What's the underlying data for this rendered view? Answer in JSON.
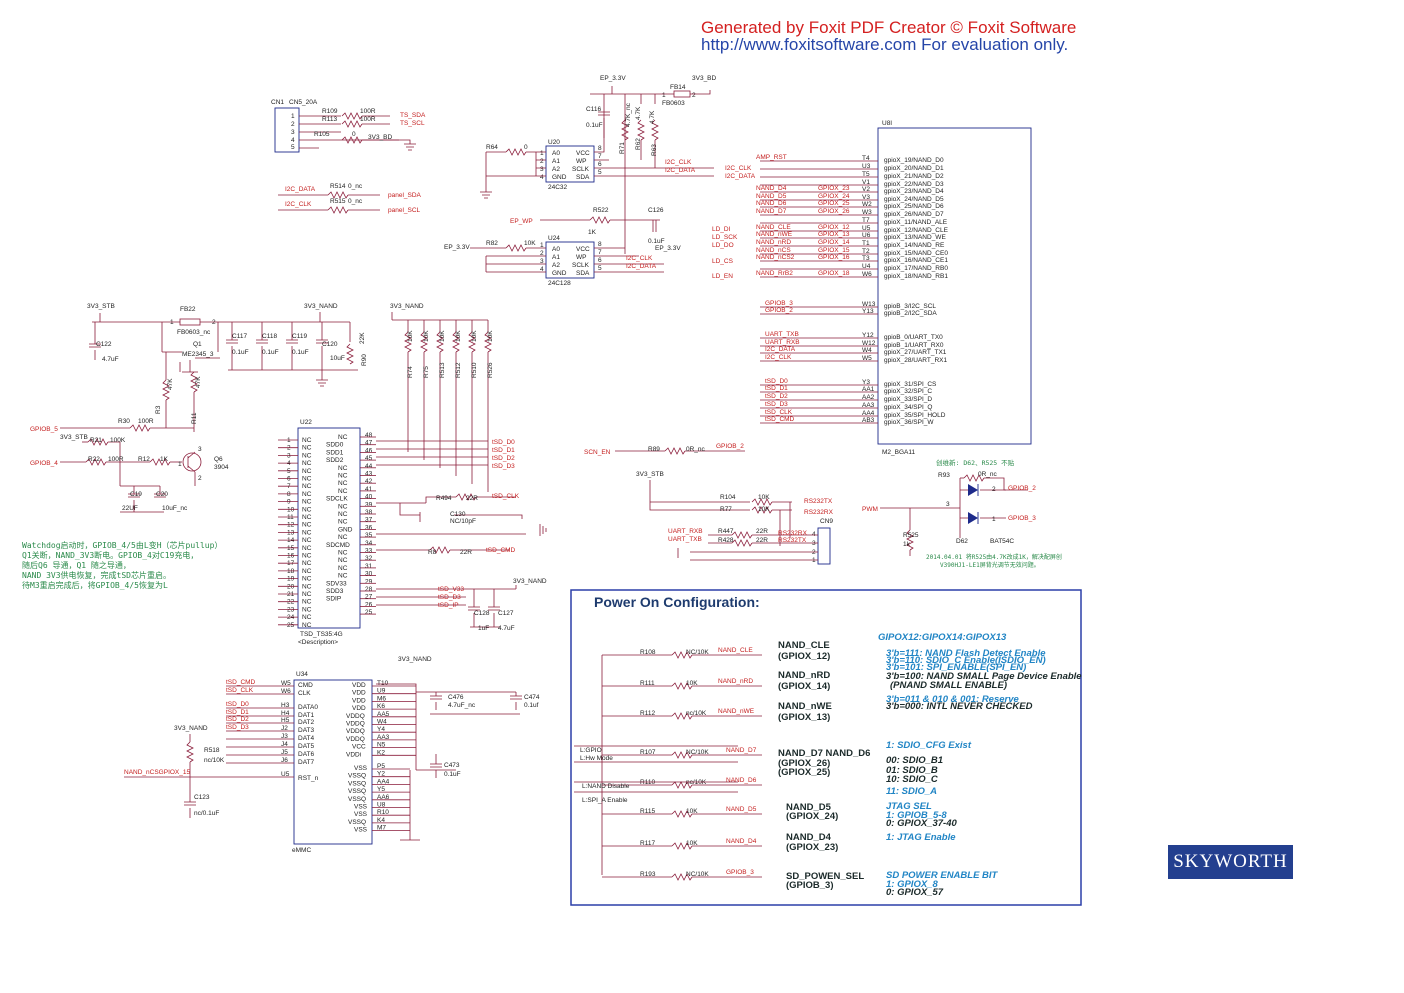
{
  "watermark": {
    "line1": "Generated by Foxit PDF Creator © Foxit Software",
    "line2": "http://www.foxitsoftware.com   For evaluation only."
  },
  "brand_logo": "SKYWORTH",
  "colors": {
    "wire": "#8a1c3a",
    "net_label": "#c41e1e",
    "part_outline": "#1d2a8a",
    "note": "#2a8a4a",
    "config_title": "#1e3b6e",
    "config_blue": "#2185c5"
  },
  "connector_cn1": {
    "ref": "CN1",
    "part": "CN5_20A",
    "pins": [
      "1",
      "2",
      "3",
      "4",
      "5"
    ],
    "rows": [
      {
        "res": "R109",
        "val": "100R",
        "net": "TS_SDA"
      },
      {
        "res": "R113",
        "val": "100R",
        "net": "TS_SCL"
      },
      {
        "res": "R105",
        "val": "0",
        "net": "3V3_BD"
      }
    ]
  },
  "panel_links": [
    {
      "net": "I2C_DATA",
      "res": "R514",
      "val": "0_nc",
      "target": "panel_SDA"
    },
    {
      "net": "I2C_CLK",
      "res": "R515",
      "val": "0_nc",
      "target": "panel_SCL"
    }
  ],
  "eeprom_u20": {
    "ref": "U20",
    "part": "24C32",
    "left_pins": [
      "A0",
      "A1",
      "A2",
      "GND"
    ],
    "left_nums": [
      "1",
      "2",
      "3",
      "4"
    ],
    "right_pins": [
      "VCC",
      "WP",
      "SCLK",
      "SDA"
    ],
    "right_nums": [
      "8",
      "7",
      "6",
      "5"
    ],
    "res": "R64",
    "res_val": "0",
    "nets": [
      "I2C_CLK",
      "I2C_DATA"
    ]
  },
  "eeprom_u24": {
    "ref": "U24",
    "part": "24C128",
    "left_pins": [
      "A0",
      "A1",
      "A2",
      "GND"
    ],
    "left_nums": [
      "1",
      "2",
      "3",
      "4"
    ],
    "right_pins": [
      "VCC",
      "WP",
      "SCLK",
      "SDA"
    ],
    "right_nums": [
      "8",
      "7",
      "6",
      "5"
    ],
    "res": "R82",
    "res_val": "10K",
    "supply": "EP_3.3V",
    "nets": [
      "I2C_CLK",
      "I2C_DATA"
    ]
  },
  "eeprom_misc": {
    "ep33": "EP_3.3V",
    "v3bd": "3V3_BD",
    "fb14": "FB14",
    "fb14_part": "FB0603",
    "fb14_pins": [
      "1",
      "2"
    ],
    "c116": "C116",
    "c116_val": "0.1uF",
    "r71": "R71",
    "r71_val": "4.7K_nc",
    "r62": "R62",
    "r62_val": "4.7K",
    "r63": "R63",
    "r63_val": "4.7K",
    "ep_wp": "EP_WP",
    "r522": "R522",
    "r522_val": "1K",
    "c126": "C126",
    "c126_val": "0.1uF",
    "ep33b": "EP_3.3V"
  },
  "soc_u8i": {
    "ref": "U8I",
    "part": "M2_BGA11",
    "rows": [
      {
        "net": "AMP_RST",
        "gpio": "",
        "ball": "T4",
        "fn": "gpioX_19/NAND_D0"
      },
      {
        "net": "",
        "gpio": "",
        "ball": "U3",
        "fn": "gpioX_20/NAND_D1"
      },
      {
        "net": "",
        "gpio": "",
        "ball": "T5",
        "fn": "gpioX_21/NAND_D2"
      },
      {
        "net": "",
        "gpio": "",
        "ball": "V1",
        "fn": "gpioX_22/NAND_D3"
      },
      {
        "net": "NAND_D4",
        "gpio": "GPIOX_23",
        "ball": "V2",
        "fn": "gpioX_23/NAND_D4"
      },
      {
        "net": "NAND_D5",
        "gpio": "GPIOX_24",
        "ball": "V3",
        "fn": "gpioX_24/NAND_D5"
      },
      {
        "net": "NAND_D6",
        "gpio": "GPIOX_25",
        "ball": "W2",
        "fn": "gpioX_25/NAND_D6"
      },
      {
        "net": "NAND_D7",
        "gpio": "GPIOX_26",
        "ball": "W3",
        "fn": "gpioX_26/NAND_D7"
      },
      {
        "net": "",
        "gpio": "",
        "ball": "T7",
        "fn": "gpioX_11/NAND_ALE"
      },
      {
        "net": "NAND_CLE",
        "gpio": "GPIOX_12",
        "ball": "U5",
        "fn": "gpioX_12/NAND_CLE"
      },
      {
        "net": "NAND_nWE",
        "gpio": "GPIOX_13",
        "ball": "U6",
        "fn": "gpioX_13/NAND_WE"
      },
      {
        "net": "NAND_nRD",
        "gpio": "GPIOX_14",
        "ball": "T1",
        "fn": "gpioX_14/NAND_RE"
      },
      {
        "net": "NAND_nCS",
        "gpio": "GPIOX_15",
        "ball": "T2",
        "fn": "gpioX_15/NAND_CE0"
      },
      {
        "net": "NAND_nCS2",
        "gpio": "GPIOX_16",
        "ball": "T3",
        "fn": "gpioX_16/NAND_CE1"
      },
      {
        "net": "",
        "gpio": "",
        "ball": "U4",
        "fn": "gpioX_17/NAND_RB0"
      },
      {
        "net": "NAND_RrB2",
        "gpio": "GPIOX_18",
        "ball": "W6",
        "fn": "gpioX_18/NAND_RB1"
      },
      {
        "net": "GPIOB_3",
        "gpio": "",
        "ball": "W13",
        "fn": "gpioB_3/I2C_SCL"
      },
      {
        "net": "GPIOB_2",
        "gpio": "",
        "ball": "Y13",
        "fn": "gpioB_2/I2C_SDA"
      },
      {
        "net": "UART_TXB",
        "gpio": "",
        "ball": "Y12",
        "fn": "gpioB_0/UART_TX0"
      },
      {
        "net": "UART_RXB",
        "gpio": "",
        "ball": "W12",
        "fn": "gpioB_1/UART_RX0"
      },
      {
        "net": "I2C_DATA",
        "gpio": "",
        "ball": "W4",
        "fn": "gpioX_27/UART_TX1"
      },
      {
        "net": "I2C_CLK",
        "gpio": "",
        "ball": "W5",
        "fn": "gpioX_28/UART_RX1"
      },
      {
        "net": "tSD_D0",
        "gpio": "",
        "ball": "Y3",
        "fn": "gpioX_31/SPI_CS"
      },
      {
        "net": "tSD_D1",
        "gpio": "",
        "ball": "AA1",
        "fn": "gpioX_32/SPI_C"
      },
      {
        "net": "tSD_D2",
        "gpio": "",
        "ball": "AA2",
        "fn": "gpioX_33/SPI_D"
      },
      {
        "net": "tSD_D3",
        "gpio": "",
        "ball": "AA3",
        "fn": "gpioX_34/SPI_Q"
      },
      {
        "net": "tSD_CLK",
        "gpio": "",
        "ball": "AA4",
        "fn": "gpioX_35/SPI_HOLD"
      },
      {
        "net": "tSD_CMD",
        "gpio": "",
        "ball": "AB3",
        "fn": "gpioX_36/SPI_W"
      }
    ],
    "ld_nets": [
      "LD_DI",
      "LD_SCK",
      "LD_DO",
      "LD_CS",
      "LD_EN"
    ]
  },
  "power_block": {
    "v3stb": "3V3_STB",
    "fb22": "FB22",
    "fb22_part": "FB0603_nc",
    "fb_pins": [
      "1",
      "2"
    ],
    "c122": "C122",
    "c122_val": "4.7uF",
    "q1": "Q1",
    "q1_part": "ME2345_3",
    "caps": [
      {
        "ref": "C117",
        "val": "0.1uF"
      },
      {
        "ref": "C118",
        "val": "0.1uF"
      },
      {
        "ref": "C119",
        "val": "0.1uF"
      },
      {
        "ref": "C120",
        "val": "10uF"
      }
    ],
    "r90": "R90",
    "r90_val": "22K",
    "v3nand": "3V3_NAND",
    "r3": "R3",
    "r3_val": "47K",
    "r11": "R11",
    "r11_val": "47K",
    "gpiob5": "GPIOB_5",
    "r30": "R30",
    "r30_val": "100R",
    "v3stb2": "3V3_STB",
    "r21": "R21",
    "r21_val": "100K",
    "gpiob4": "GPIOB_4",
    "r22": "R22",
    "r22_val": "100R",
    "r12": "R12",
    "r12_val": "1K",
    "q6": "Q6",
    "q6_part": "3904",
    "c19": "C19",
    "c19_val": "22UF",
    "c20": "C20",
    "c20_val": "10uF_nc",
    "q_pins": [
      "1",
      "2",
      "3"
    ]
  },
  "note_cn": [
    "Watchdog启动时，GPIOB_4/5由L变H（芯片pullup）",
    "Q1关断，NAND_3V3断电。GPIOB_4对C19充电，",
    "随后Q6 导通，Q1 随之导通，",
    "NAND 3V3供电恢复，完成tSD芯片重启。",
    "待M3重启完成后，将GPIOB_4/5恢复为L"
  ],
  "tsd_u22": {
    "ref": "U22",
    "part": "TSD_TS35:4G",
    "desc": "<Description>",
    "v3nand": "3V3_NAND",
    "left_nums": [
      "1",
      "2",
      "3",
      "4",
      "5",
      "6",
      "7",
      "8",
      "9",
      "10",
      "11",
      "12",
      "13",
      "14",
      "15",
      "16",
      "17",
      "18",
      "19",
      "20",
      "21",
      "22",
      "23",
      "24",
      "25"
    ],
    "right_pins": [
      "NC",
      "SDD0",
      "SDD1",
      "SDD2",
      "NC",
      "NC",
      "NC",
      "NC",
      "SDCLK",
      "NC",
      "NC",
      "NC",
      "GND",
      "NC",
      "SDCMD",
      "NC",
      "NC",
      "NC",
      "NC",
      "SDV33",
      "SDD3",
      "SDIP"
    ],
    "right_nums": [
      "48",
      "47",
      "46",
      "45",
      "44",
      "43",
      "42",
      "41",
      "40",
      "39",
      "38",
      "37",
      "36",
      "35",
      "34",
      "33",
      "32",
      "31",
      "30",
      "29",
      "28",
      "27",
      "26",
      "25"
    ],
    "pullups": [
      {
        "ref": "R74",
        "val": "10K"
      },
      {
        "ref": "R75",
        "val": "10K"
      },
      {
        "ref": "R513",
        "val": "10K"
      },
      {
        "ref": "R512",
        "val": "10K"
      },
      {
        "ref": "R510",
        "val": "10K"
      },
      {
        "ref": "R526",
        "val": "10K"
      }
    ],
    "nets_right": [
      "tSD_D0",
      "tSD_D1",
      "tSD_D2",
      "tSD_D3"
    ],
    "r494": "R494",
    "r494_val": "22R",
    "clk": "tSD_CLK",
    "c130": "C130",
    "c130_val": "NC/10pF",
    "r8": "R8",
    "r8_val": "22R",
    "cmd": "tSD_CMD",
    "v33": "tSD_V33",
    "d3": "tSD_D3",
    "ip": "tSD_IP",
    "c128": "C128",
    "c128_val": "1uF",
    "c127": "C127",
    "c127_val": "4.7uF",
    "v3nand2": "3V3_NAND"
  },
  "emmc_u34": {
    "ref": "U34",
    "part": "eMMC",
    "v3nand": "3V3_NAND",
    "left": [
      {
        "net": "tSD_CMD",
        "ball": "W5",
        "pin": "CMD"
      },
      {
        "net": "tSD_CLK",
        "ball": "W6",
        "pin": "CLK"
      },
      {
        "net": "tSD_D0",
        "ball": "H3",
        "pin": "DATA0"
      },
      {
        "net": "tSD_D1",
        "ball": "H4",
        "pin": "DAT1"
      },
      {
        "net": "tSD_D2",
        "ball": "H5",
        "pin": "DAT2"
      },
      {
        "net": "tSD_D3",
        "ball": "J2",
        "pin": "DAT3"
      },
      {
        "net": "",
        "ball": "J3",
        "pin": "DAT4"
      },
      {
        "net": "",
        "ball": "J4",
        "pin": "DAT5"
      },
      {
        "net": "",
        "ball": "J5",
        "pin": "DAT6"
      },
      {
        "net": "",
        "ball": "J6",
        "pin": "DAT7"
      }
    ],
    "rst": {
      "net": "NAND_nCSGPIOX_15",
      "ball": "U5",
      "pin": "RST_n"
    },
    "right": [
      {
        "pin": "VDD",
        "ball": "T10"
      },
      {
        "pin": "VDD",
        "ball": "U9"
      },
      {
        "pin": "VDD",
        "ball": "M6"
      },
      {
        "pin": "VDD",
        "ball": "K6"
      },
      {
        "pin": "VDDQ",
        "ball": "AA5"
      },
      {
        "pin": "VDDQ",
        "ball": "W4"
      },
      {
        "pin": "VDDQ",
        "ball": "Y4"
      },
      {
        "pin": "VDDQ",
        "ball": "AA3"
      },
      {
        "pin": "VCC",
        "ball": "N5"
      },
      {
        "pin": "VDDi",
        "ball": "K2"
      }
    ],
    "gnd": [
      {
        "pin": "VSS",
        "ball": "P5"
      },
      {
        "pin": "VSSQ",
        "ball": "Y2"
      },
      {
        "pin": "VSSQ",
        "ball": "AA4"
      },
      {
        "pin": "VSSQ",
        "ball": "Y5"
      },
      {
        "pin": "VSSQ",
        "ball": "AA6"
      },
      {
        "pin": "VSS",
        "ball": "U8"
      },
      {
        "pin": "VSS",
        "ball": "R10"
      },
      {
        "pin": "VSSQ",
        "ball": "K4"
      },
      {
        "pin": "VSS",
        "ball": "M7"
      }
    ],
    "caps": [
      {
        "ref": "C476",
        "val": "4.7uF_nc"
      },
      {
        "ref": "C474",
        "val": "0.1uf"
      },
      {
        "ref": "C473",
        "val": "0.1uF"
      }
    ],
    "r518": "R518",
    "r518_val": "nc/10K",
    "c123": "C123",
    "c123_val": "nc/0.1uF",
    "v3nand2": "3V3_NAND"
  },
  "scn_block": {
    "net": "SCN_EN",
    "res": "R89",
    "val": "0R_nc",
    "gpio": "GPIOB_2"
  },
  "rs232": {
    "v3stb": "3V3_STB",
    "r104": "R104",
    "r104_val": "10K",
    "r77": "R77",
    "r77_val": "10K",
    "tx": "RS232TX",
    "rx": "RS232RX",
    "cn9": "CN9",
    "uart": [
      {
        "net": "UART_RXB",
        "res": "R447",
        "val": "22R",
        "out": "RS232RX"
      },
      {
        "net": "UART_TXB",
        "res": "R428",
        "val": "22R",
        "out": "RS232TX"
      }
    ],
    "pins": [
      "4",
      "3",
      "2",
      "1"
    ]
  },
  "pwm_block": {
    "note_top": "创维新: D62、R525 不贴",
    "r93": "R93",
    "r93_val": "0R_nc",
    "gpio_a": "GPIOB_2",
    "gpio_b": "GPIOB_3",
    "pwm": "PWM",
    "r525": "R525",
    "r525_val": "1k",
    "d62": "D62",
    "diode": "BAT54C",
    "pins": [
      "1",
      "2",
      "3"
    ],
    "note1": "2014.04.01  将R525由4.7K改成1K，解决配屏创",
    "note2": "V390HJ1-LE1屏背光调节无效问题。"
  },
  "power_config": {
    "title": "Power On Configuration:",
    "header": "GIPOX12:GIPOX14:GIPOX13",
    "left_labels": [
      "L:GPIO",
      "L:Hw Mode",
      "L:NAND Disable",
      "L:SPI_A Enable"
    ],
    "rows": [
      {
        "res": "R108",
        "val": "NC/10K",
        "net": "NAND_CLE",
        "sig": "NAND_CLE",
        "gp": "(GPIOX_12)"
      },
      {
        "res": "R111",
        "val": "10K",
        "net": "NAND_nRD",
        "sig": "NAND_nRD",
        "gp": "(GPIOX_14)"
      },
      {
        "res": "R112",
        "val": "nc/10K",
        "net": "NAND_nWE",
        "sig": "NAND_nWE",
        "gp": "(GPIOX_13)"
      },
      {
        "res": "R107",
        "val": "NC/10K",
        "net": "NAND_D7",
        "sig": "NAND_D7   NAND_D6",
        "gp": "(GPIOX_26)"
      },
      {
        "res": "R110",
        "val": "nc/10K",
        "net": "NAND_D6",
        "sig": "",
        "gp": "(GPIOX_25)"
      },
      {
        "res": "R115",
        "val": "10K",
        "net": "NAND_D5",
        "sig": "NAND_D5",
        "gp": "(GPIOX_24)"
      },
      {
        "res": "R117",
        "val": "10K",
        "net": "NAND_D4",
        "sig": "NAND_D4",
        "gp": "(GPIOX_23)"
      },
      {
        "res": "R193",
        "val": "NC/10K",
        "net": "GPIOB_3",
        "sig": "SD_POWEN_SEL",
        "gp": "(GPIOB_3)"
      }
    ],
    "desc_a": [
      "3'b=111: NAND Flash Detect Enable",
      "3'b=110: SDIO_C Enable(ISDIO_EN)",
      "3'b=101: SPI_ENABLE(SPI_EN)"
    ],
    "desc_b": [
      "3'b=100: NAND SMALL Page Device Enable",
      "(PNAND SMALL ENABLE)"
    ],
    "desc_c": "3'b=011 & 010 & 001: Reserve",
    "desc_d": "3'b=000: INTL NEVER CHECKED",
    "sdio_head": "1: SDIO_CFG Exist",
    "sdio": [
      "00: SDIO_B1",
      "01: SDIO_B",
      "10: SDIO_C"
    ],
    "sdio_a": "11: SDIO_A",
    "jtag_head": "JTAG SEL",
    "jtag": [
      "1: GPIOB_5-8",
      "0: GPIOX_37-40"
    ],
    "jtag_en": "1: JTAG Enable",
    "sd_head": "SD POWER ENABLE BIT",
    "sd": [
      "1: GPIOX_8",
      "0: GPIOX_57"
    ]
  }
}
